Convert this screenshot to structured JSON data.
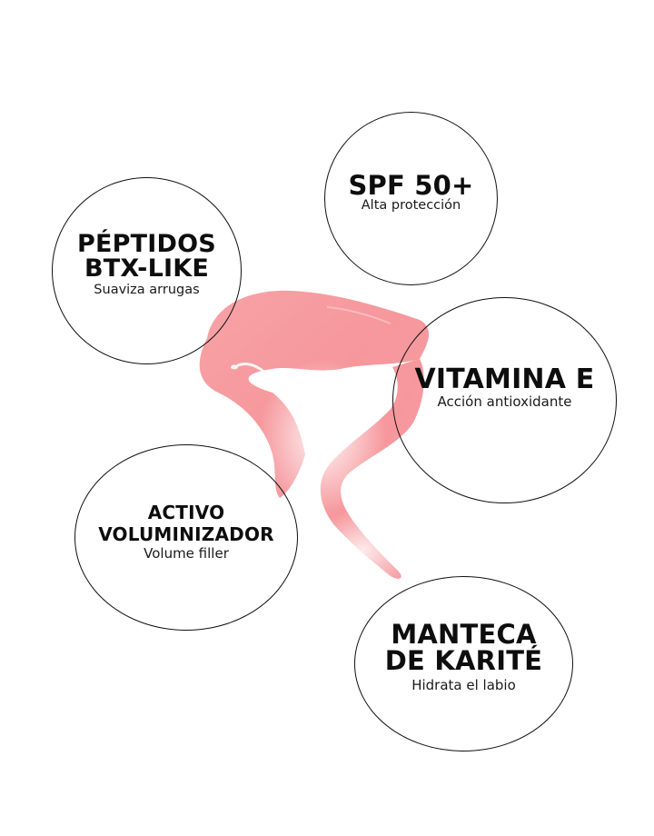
{
  "colors": {
    "background": "#ffffff",
    "gloss_pink": "#f7a0a4",
    "gloss_pink_dark": "#f28d93",
    "outline": "#111111",
    "text": "#0d0d0d"
  },
  "badges": [
    {
      "title": "SPF 50+",
      "subtitle": "Alta protección"
    },
    {
      "title": "PÉPTIDOS\nBTX-LIKE",
      "title_lines": [
        "PÉPTIDOS",
        "BTX-LIKE"
      ],
      "subtitle": "Suaviza arrugas"
    },
    {
      "title_lines": [
        "VITAMINA E"
      ],
      "subtitle": "Acción antioxidante"
    },
    {
      "title_lines": [
        "ACTIVO",
        "VOLUMINIZADOR"
      ],
      "subtitle": "Volume filler"
    },
    {
      "title_lines": [
        "MANTECA",
        "DE KARITÉ"
      ],
      "subtitle": "Hidrata el labio"
    }
  ],
  "image": {
    "subject": "pink lip gloss smear"
  }
}
